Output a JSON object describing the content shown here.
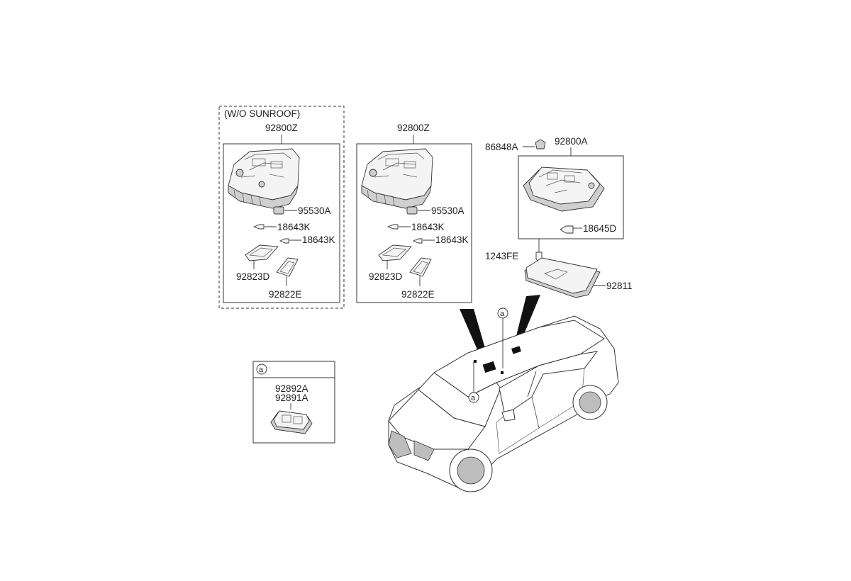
{
  "group_sunroof": {
    "caption": "(W/O SUNROOF)",
    "assembly": "92800Z",
    "parts": [
      "95530A",
      "18643K",
      "18643K",
      "92823D",
      "92822E"
    ]
  },
  "group_standard": {
    "assembly": "92800Z",
    "parts": [
      "95530A",
      "18643K",
      "18643K",
      "92823D",
      "92822E"
    ]
  },
  "group_rear": {
    "clip": "86848A",
    "assembly": "92800A",
    "bulb": "18645D",
    "screw": "1243FE",
    "lens": "92811"
  },
  "detail_a": {
    "marker": "a",
    "parts": [
      "92892A",
      "92891A"
    ]
  },
  "car_markers": [
    "a",
    "a"
  ]
}
